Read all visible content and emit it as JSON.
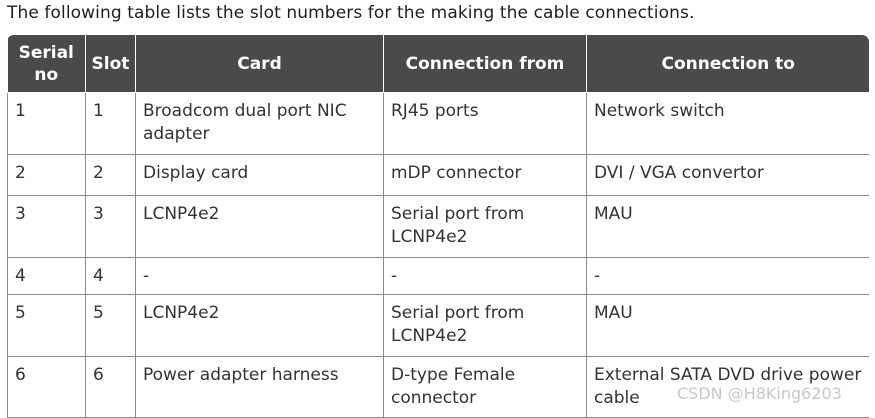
{
  "intro": "The following table lists the slot numbers for the making the cable connections.",
  "table": {
    "headers": [
      "Serial no",
      "Slot",
      "Card",
      "Connection from",
      "Connection to"
    ],
    "rows": [
      [
        "1",
        "1",
        "Broadcom dual port NIC adapter",
        "RJ45 ports",
        "Network switch"
      ],
      [
        "2",
        "2",
        "Display card",
        "mDP connector",
        "DVI / VGA convertor"
      ],
      [
        "3",
        "3",
        "LCNP4e2",
        "Serial port from LCNP4e2",
        "MAU"
      ],
      [
        "4",
        "4",
        "-",
        "-",
        "-"
      ],
      [
        "5",
        "5",
        "LCNP4e2",
        "Serial port from LCNP4e2",
        "MAU"
      ],
      [
        "6",
        "6",
        "Power adapter harness",
        "D-type Female connector",
        "External SATA DVD drive power cable"
      ]
    ]
  },
  "watermark": "CSDN @H8King6203"
}
